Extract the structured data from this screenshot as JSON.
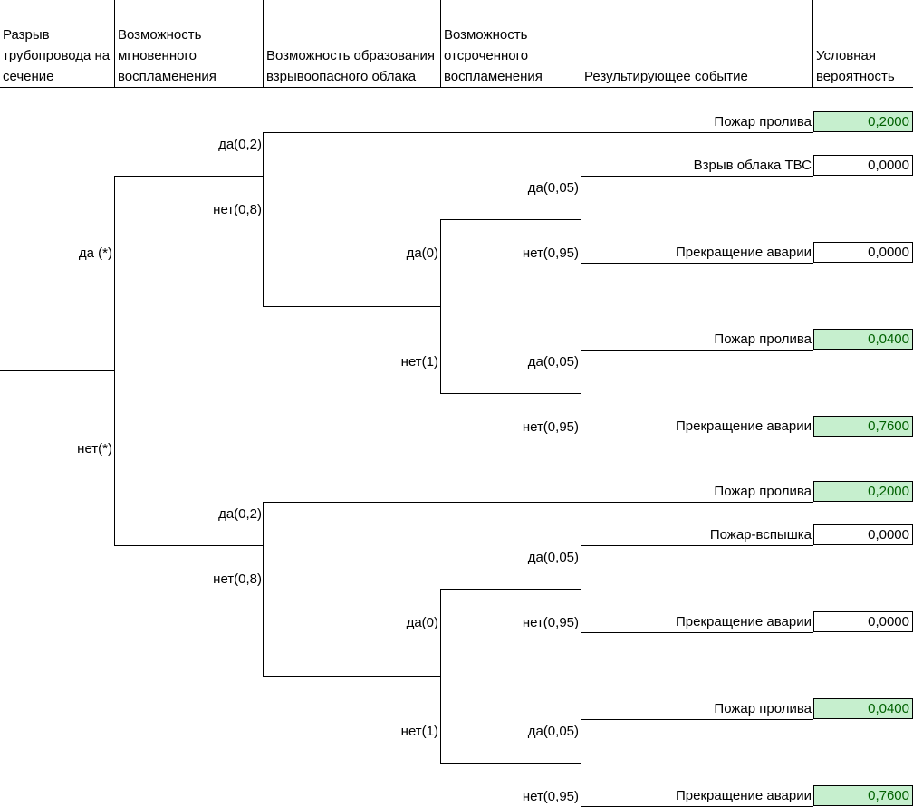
{
  "headers": [
    "Разрыв\nтрубопровода на\nсечение",
    "Возможность\nмгновенного\nвоспламенения",
    "Возможность образования\nвзрывоопасного облака",
    "Возможность\nотсроченного\nвоспламенения",
    "Результирующее событие",
    "Условная\nвероятность"
  ],
  "branches": {
    "top_yes": "да (*)",
    "top_no": "нет(*)",
    "a_yes": "да(0,2)",
    "a_no": "нет(0,8)",
    "b_yes": "да(0)",
    "b_no": "нет(1)",
    "c1_yes": "да(0,05)",
    "c1_no": "нет(0,95)",
    "c2_yes": "да(0,05)",
    "c2_no": "нет(0,95)",
    "a2_yes": "да(0,2)",
    "a2_no": "нет(0,8)",
    "b2_yes": "да(0)",
    "b2_no": "нет(1)",
    "c3_yes": "да(0,05)",
    "c3_no": "нет(0,95)",
    "c4_yes": "да(0,05)",
    "c4_no": "нет(0,95)"
  },
  "outcomes": [
    {
      "event": "Пожар пролива",
      "probability": "0,2000",
      "highlight": true
    },
    {
      "event": "Взрыв облака ТВС",
      "probability": "0,0000",
      "highlight": false
    },
    {
      "event": "Прекращение аварии",
      "probability": "0,0000",
      "highlight": false
    },
    {
      "event": "Пожар пролива",
      "probability": "0,0400",
      "highlight": true
    },
    {
      "event": "Прекращение аварии",
      "probability": "0,7600",
      "highlight": true
    },
    {
      "event": "Пожар пролива",
      "probability": "0,2000",
      "highlight": true
    },
    {
      "event": "Пожар-вспышка",
      "probability": "0,0000",
      "highlight": false
    },
    {
      "event": "Прекращение аварии",
      "probability": "0,0000",
      "highlight": false
    },
    {
      "event": "Пожар пролива",
      "probability": "0,0400",
      "highlight": true
    },
    {
      "event": "Прекращение аварии",
      "probability": "0,7600",
      "highlight": true
    }
  ],
  "colors": {
    "highlight_bg": "#c6efce",
    "highlight_text": "#006100",
    "line": "#000000"
  }
}
